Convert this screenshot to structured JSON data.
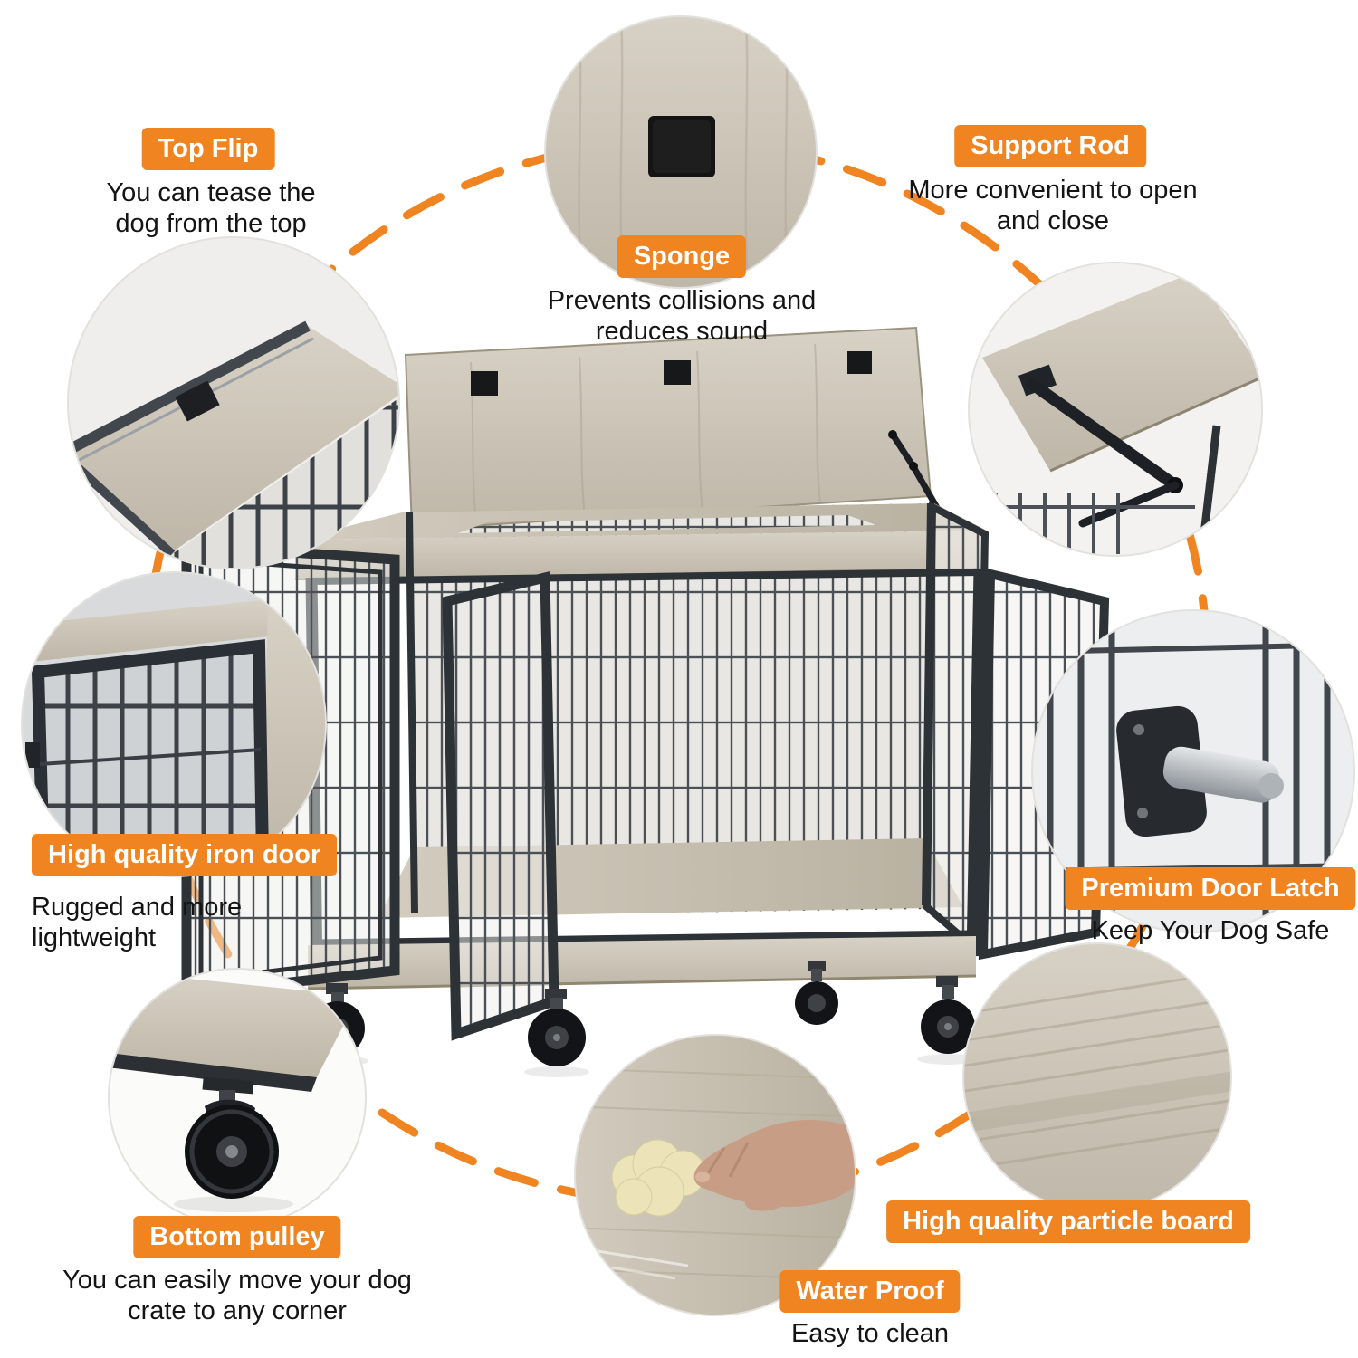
{
  "accent_color": "#EF8421",
  "features": {
    "top_flip": {
      "title": "Top Flip",
      "desc": "You can tease the dog from the top"
    },
    "sponge": {
      "title": "Sponge",
      "desc": "Prevents collisions and reduces sound"
    },
    "support_rod": {
      "title": "Support Rod",
      "desc": "More convenient to open and close"
    },
    "iron_door": {
      "title": "High quality iron door",
      "desc": "Rugged and more lightweight"
    },
    "door_latch": {
      "title": "Premium Door Latch",
      "desc": "Keep Your Dog Safe"
    },
    "bottom_pulley": {
      "title": "Bottom pulley",
      "desc": "You can easily move your dog crate to any corner"
    },
    "water_proof": {
      "title": "Water Proof",
      "desc": "Easy to clean"
    },
    "particle_board": {
      "title": "High quality particle board"
    }
  }
}
